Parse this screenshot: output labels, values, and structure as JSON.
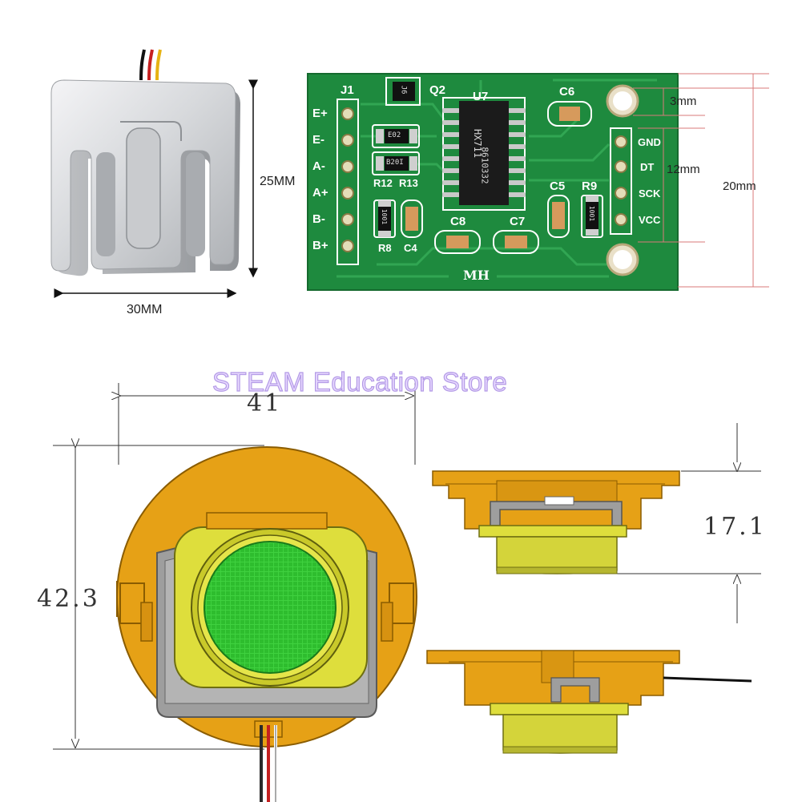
{
  "watermark": "STEAM Education Store",
  "load_cell": {
    "height_label": "25MM",
    "width_label": "30MM"
  },
  "module": {
    "designators": {
      "j1": "J1",
      "q2": "Q2",
      "u7": "U7",
      "c6": "C6",
      "c5": "C5",
      "r9": "R9",
      "c8": "C8",
      "c7": "C7",
      "r12": "R12",
      "r13": "R13",
      "r8": "R8",
      "c4": "C4"
    },
    "chip_marking": [
      "HX711",
      "8610332"
    ],
    "resistor_codes": [
      "E02",
      "B20I",
      "1001",
      "1001"
    ],
    "transistor_code": "J6",
    "left_pins": [
      "E+",
      "E-",
      "A-",
      "A+",
      "B-",
      "B+"
    ],
    "right_pins": [
      "GND",
      "DT",
      "SCK",
      "VCC"
    ],
    "brand": "MH",
    "dim_hole": "3mm",
    "dim_pin_span": "12mm",
    "dim_height": "20mm"
  },
  "sensor": {
    "width_label": "41",
    "height_label": "42.3",
    "thickness_label": "17.1"
  },
  "colors": {
    "pcb_green": "#1e8a3e",
    "housing_orange": "#e6a116",
    "rim_yellow": "#dede3c",
    "pad_green": "#33cc33",
    "frame_gray": "#9a9a9a",
    "watermark_fill": "#e8d9ff"
  }
}
